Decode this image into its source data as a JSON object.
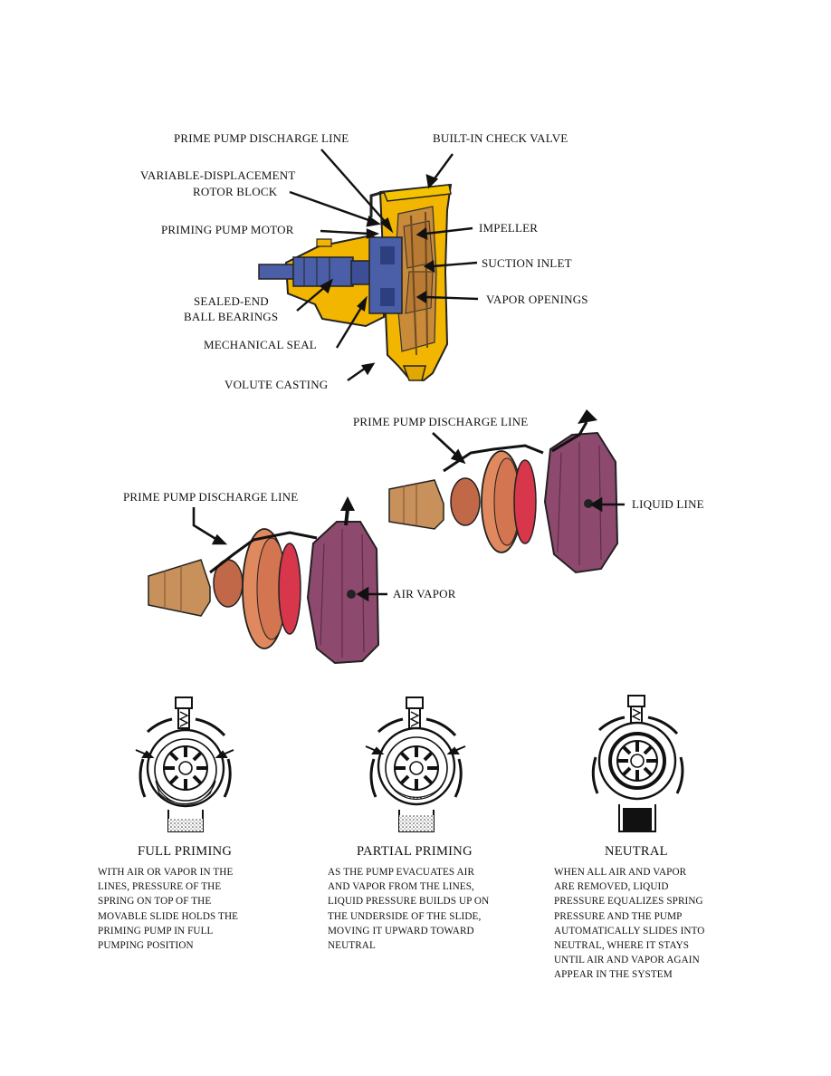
{
  "top_figure": {
    "labels": {
      "prime_pump_discharge_line": "PRIME PUMP DISCHARGE LINE",
      "built_in_check_valve": "BUILT-IN CHECK VALVE",
      "variable_displacement": "VARIABLE-DISPLACEMENT",
      "rotor_block": "ROTOR BLOCK",
      "priming_pump_motor": "PRIMING PUMP MOTOR",
      "impeller": "IMPELLER",
      "suction_inlet": "SUCTION INLET",
      "sealed_end": "SEALED-END",
      "ball_bearings": "BALL BEARINGS",
      "vapor_openings": "VAPOR OPENINGS",
      "mechanical_seal": "MECHANICAL SEAL",
      "volute_casting": "VOLUTE CASTING"
    }
  },
  "middle_figure": {
    "labels": {
      "right_discharge_line": "PRIME PUMP DISCHARGE LINE",
      "liquid_line": "LIQUID LINE",
      "left_discharge_line": "PRIME PUMP DISCHARGE LINE",
      "air_vapor": "AIR VAPOR"
    }
  },
  "bottom_figure": {
    "panels": [
      {
        "title": "FULL PRIMING",
        "description": "WITH AIR OR VAPOR IN THE\nLINES, PRESSURE OF THE\nSPRING ON TOP OF THE\nMOVABLE SLIDE HOLDS THE\nPRIMING PUMP IN FULL\nPUMPING POSITION"
      },
      {
        "title": "PARTIAL PRIMING",
        "description": "AS THE PUMP EVACUATES AIR\nAND VAPOR FROM THE LINES,\nLIQUID PRESSURE BUILDS UP ON\nTHE UNDERSIDE OF THE SLIDE,\nMOVING IT UPWARD TOWARD\nNEUTRAL"
      },
      {
        "title": "NEUTRAL",
        "description": "WHEN ALL AIR AND VAPOR\nARE REMOVED, LIQUID\nPRESSURE EQUALIZES SPRING\nPRESSURE AND THE PUMP\nAUTOMATICALLY SLIDES INTO\nNEUTRAL, WHERE IT STAYS\nUNTIL AIR AND VAPOR AGAIN\nAPPEAR IN THE SYSTEM"
      }
    ]
  },
  "colors": {
    "casing_yellow": "#f2b600",
    "motor_blue": "#4a5fa8",
    "cone_tan": "#c8905a",
    "disc_orange": "#e0885e",
    "disc_red": "#d8364a",
    "volute_purple": "#8e4a6e"
  }
}
